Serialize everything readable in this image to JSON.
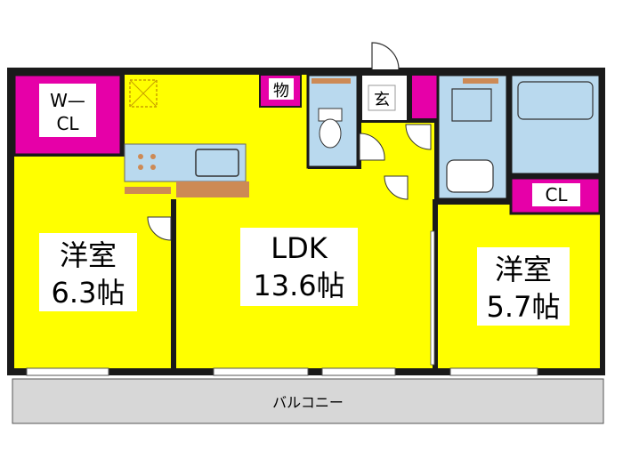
{
  "rooms": {
    "wcl": {
      "line1": "W—",
      "line2": "CL"
    },
    "storage": "物",
    "entrance": "玄",
    "western_left": {
      "name": "洋室",
      "size": "6.3帖"
    },
    "ldk": {
      "name": "LDK",
      "size": "13.6帖"
    },
    "western_right": {
      "name": "洋室",
      "size": "5.7帖"
    },
    "closet_right": "CL",
    "balcony": "バルコニー"
  },
  "colors": {
    "room": "#ffff00",
    "storage": "#e600a8",
    "wet": "#b9d9ee",
    "wall": "#1a1a1a",
    "balcony": "#d7d7d7",
    "counter": "#cd8a55"
  }
}
